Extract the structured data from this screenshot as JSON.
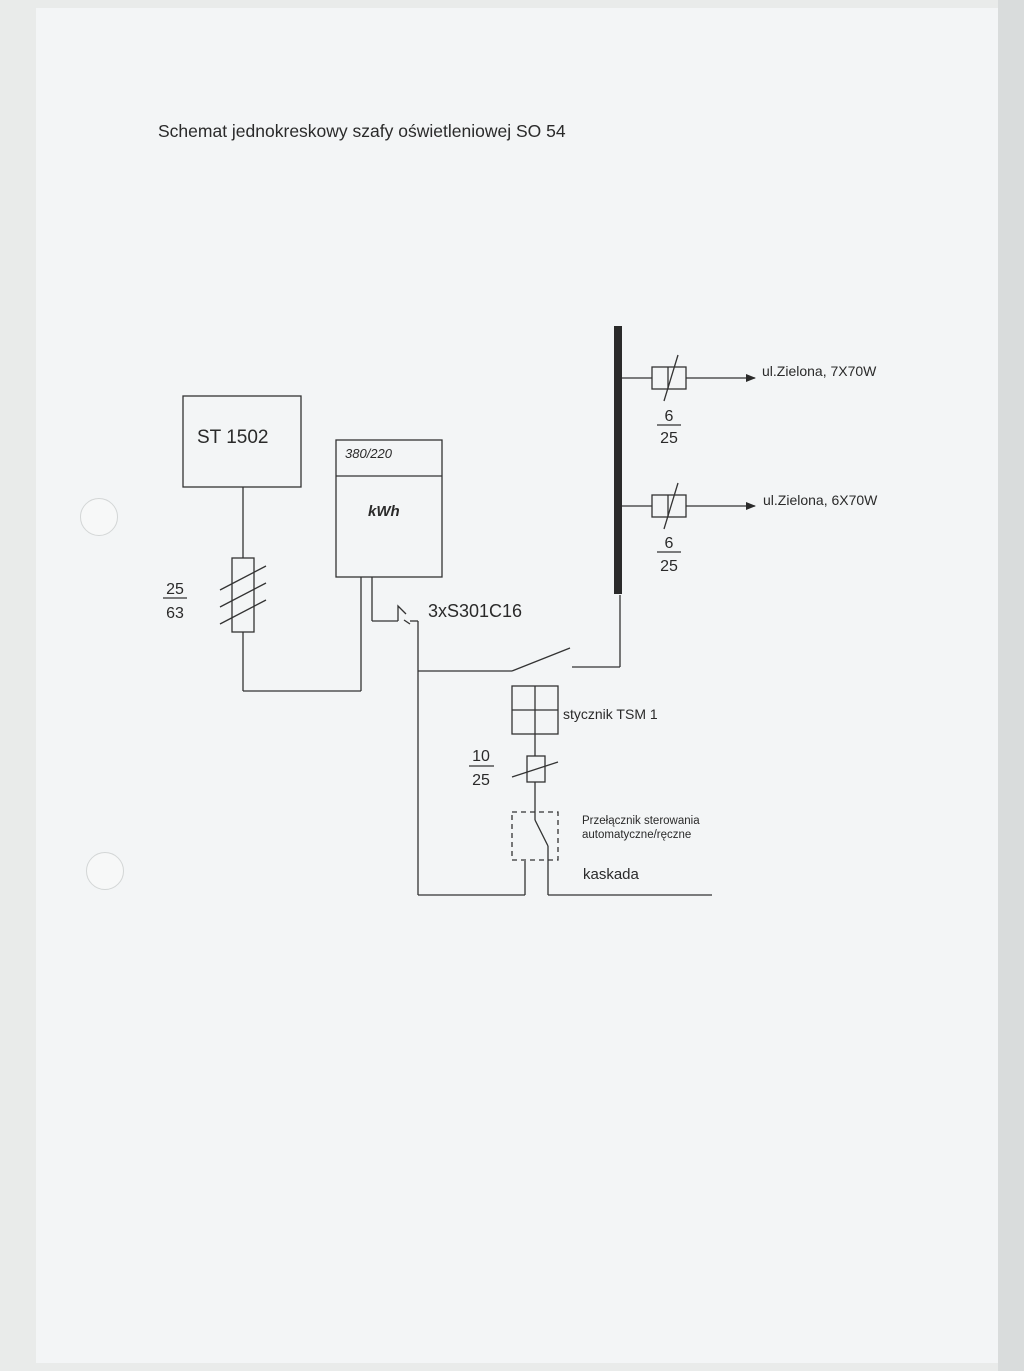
{
  "title": "Schemat jednokreskowy szafy oświetleniowej SO 54",
  "meter_cabinet": {
    "label": "ST 1502"
  },
  "main_fuse": {
    "rating_top": "25",
    "rating_bottom": "63"
  },
  "energy_meter": {
    "voltage": "380/220",
    "unit": "kWh"
  },
  "breaker": {
    "label": "3xS301C16"
  },
  "outgoing_circuits": [
    {
      "fuse_top": "6",
      "fuse_bottom": "25",
      "destination": "ul.Zielona, 7X70W"
    },
    {
      "fuse_top": "6",
      "fuse_bottom": "25",
      "destination": "ul.Zielona, 6X70W"
    }
  ],
  "contactor": {
    "label": "stycznik TSM 1"
  },
  "control_fuse": {
    "rating_top": "10",
    "rating_bottom": "25"
  },
  "selector_switch": {
    "label_line1": "Przełącznik sterowania",
    "label_line2": "automatyczne/ręczne"
  },
  "cascade": {
    "label": "kaskada"
  }
}
